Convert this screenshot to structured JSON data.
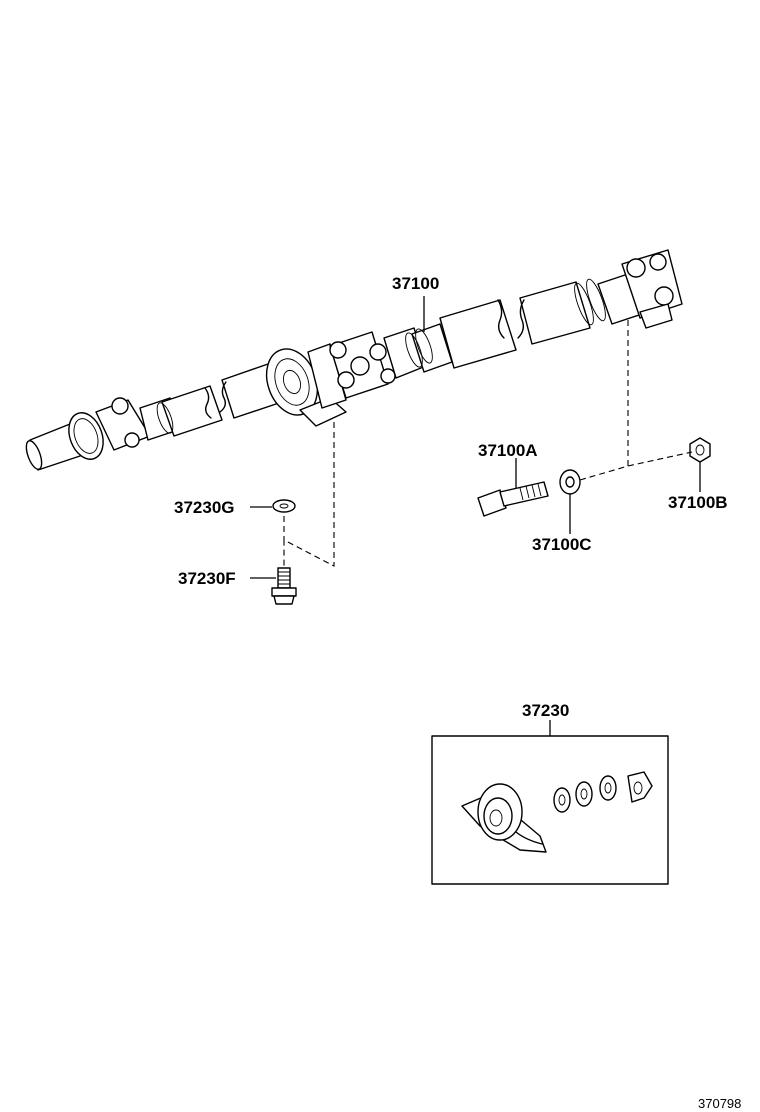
{
  "labels": {
    "shaft_assembly": "37100",
    "bolt": "37100A",
    "nut": "37100B",
    "washer": "37100C",
    "bearing_washer": "37230G",
    "bearing_bolt": "37230F",
    "center_bearing_kit": "37230"
  },
  "figure_number": "370798"
}
